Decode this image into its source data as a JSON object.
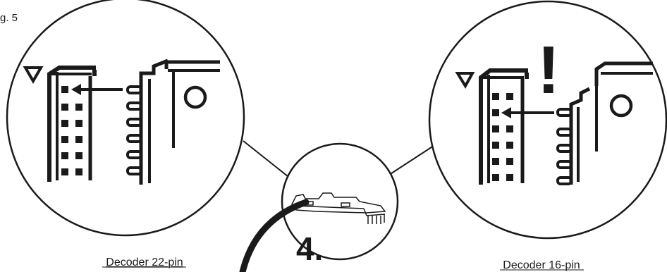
{
  "figure_label": "g. 5",
  "left_caption": "Decoder 22-pin",
  "right_caption": "Decoder 16-pin",
  "step_number": "4.",
  "warning_mark": "!",
  "colors": {
    "ink": "#1a1a1a",
    "background": "#ffffff"
  }
}
